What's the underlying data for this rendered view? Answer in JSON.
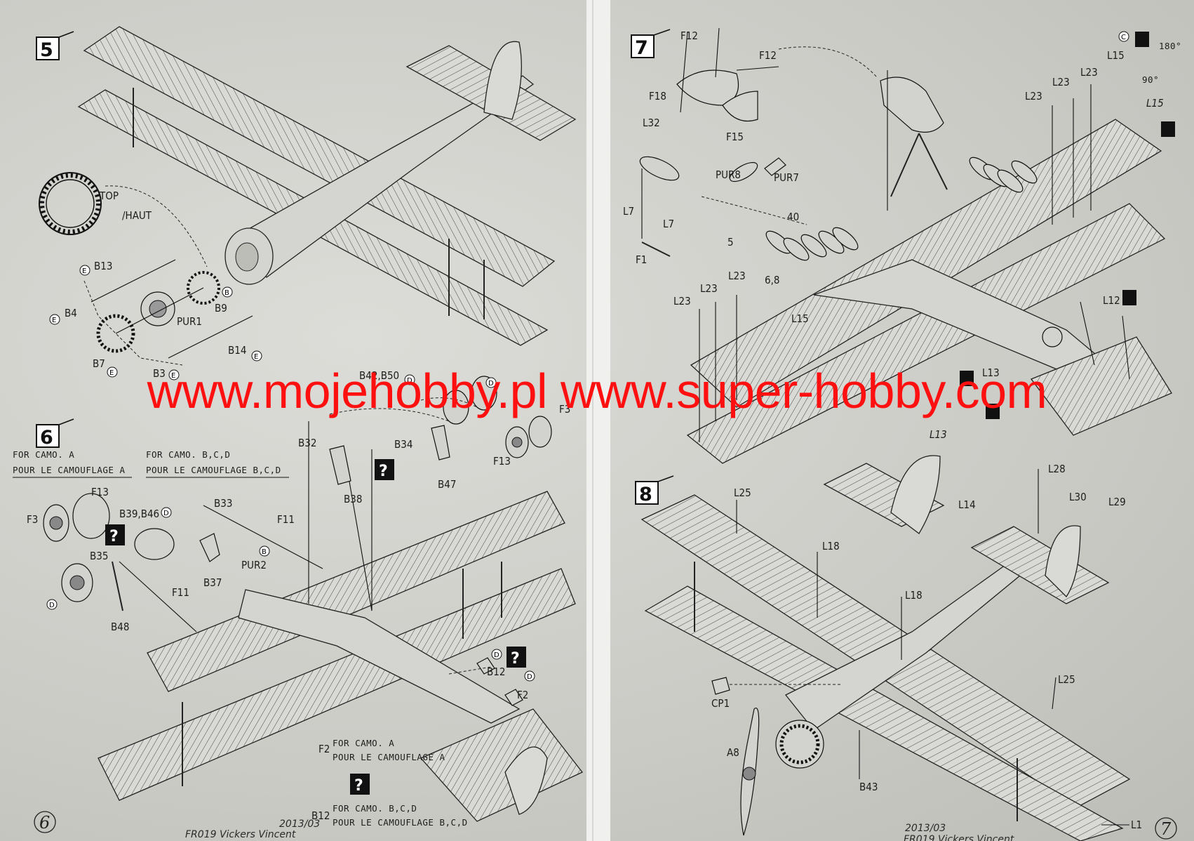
{
  "steps": [
    {
      "number": "5"
    },
    {
      "number": "6"
    },
    {
      "number": "7"
    },
    {
      "number": "8"
    }
  ],
  "step5": {
    "labels": [
      "TOP",
      "/HAUT",
      "B13",
      "B4",
      "B9",
      "PUR1",
      "B7",
      "B14",
      "B3"
    ]
  },
  "step6": {
    "camo_a_line1": "FOR CAMO. A",
    "camo_a_line2": "POUR LE CAMOUFLAGE A",
    "camo_bcd_line1": "FOR CAMO. B,C,D",
    "camo_bcd_line2": "POUR LE CAMOUFLAGE B,C,D",
    "labels": [
      "F13",
      "F3",
      "B39,B46",
      "B33",
      "F11",
      "B35",
      "F11",
      "B48",
      "B37",
      "PUR2",
      "B32",
      "B38",
      "B42,B50",
      "B34",
      "B47",
      "F3",
      "F13",
      "B12",
      "F2"
    ],
    "f2_label": "F2",
    "f2_camo_line1": "FOR CAMO. A",
    "f2_camo_line2": "POUR LE CAMOUFLAGE A",
    "b12_label": "B12",
    "b12_camo_line1": "FOR CAMO. B,C,D",
    "b12_camo_line2": "POUR LE CAMOUFLAGE B,C,D"
  },
  "step7": {
    "labels": [
      "F12",
      "F12",
      "F18",
      "L32",
      "F15",
      "PUR8",
      "PUR7",
      "L7",
      "L7",
      "F1",
      "40",
      "5",
      "6,8",
      "L15",
      "L23",
      "L23",
      "L23",
      "L23",
      "L23",
      "L23",
      "L15",
      "L12",
      "L13",
      "L13"
    ],
    "angle_180": "180°",
    "angle_90": "90°",
    "l15_detail": "L15"
  },
  "step8": {
    "labels": [
      "L25",
      "L18",
      "L18",
      "L14",
      "L28",
      "L30",
      "L29",
      "CP1",
      "A8",
      "L25",
      "B43",
      "L1"
    ]
  },
  "callouts": {
    "B": "B",
    "C": "C",
    "D": "D",
    "E": "E"
  },
  "question_mark": "?",
  "pages": {
    "left": "6",
    "right": "7"
  },
  "footer": {
    "left_date": "2013/03",
    "left_title": "FR019 Vickers Vincent",
    "right_date": "2013/03",
    "right_title": "FR019 Vickers Vincent"
  },
  "watermark": "www.mojehobby.pl www.super-hobby.com",
  "colors": {
    "watermark": "#ff1010",
    "paper": "#d2d2ce",
    "ink": "#1c1c1c"
  }
}
